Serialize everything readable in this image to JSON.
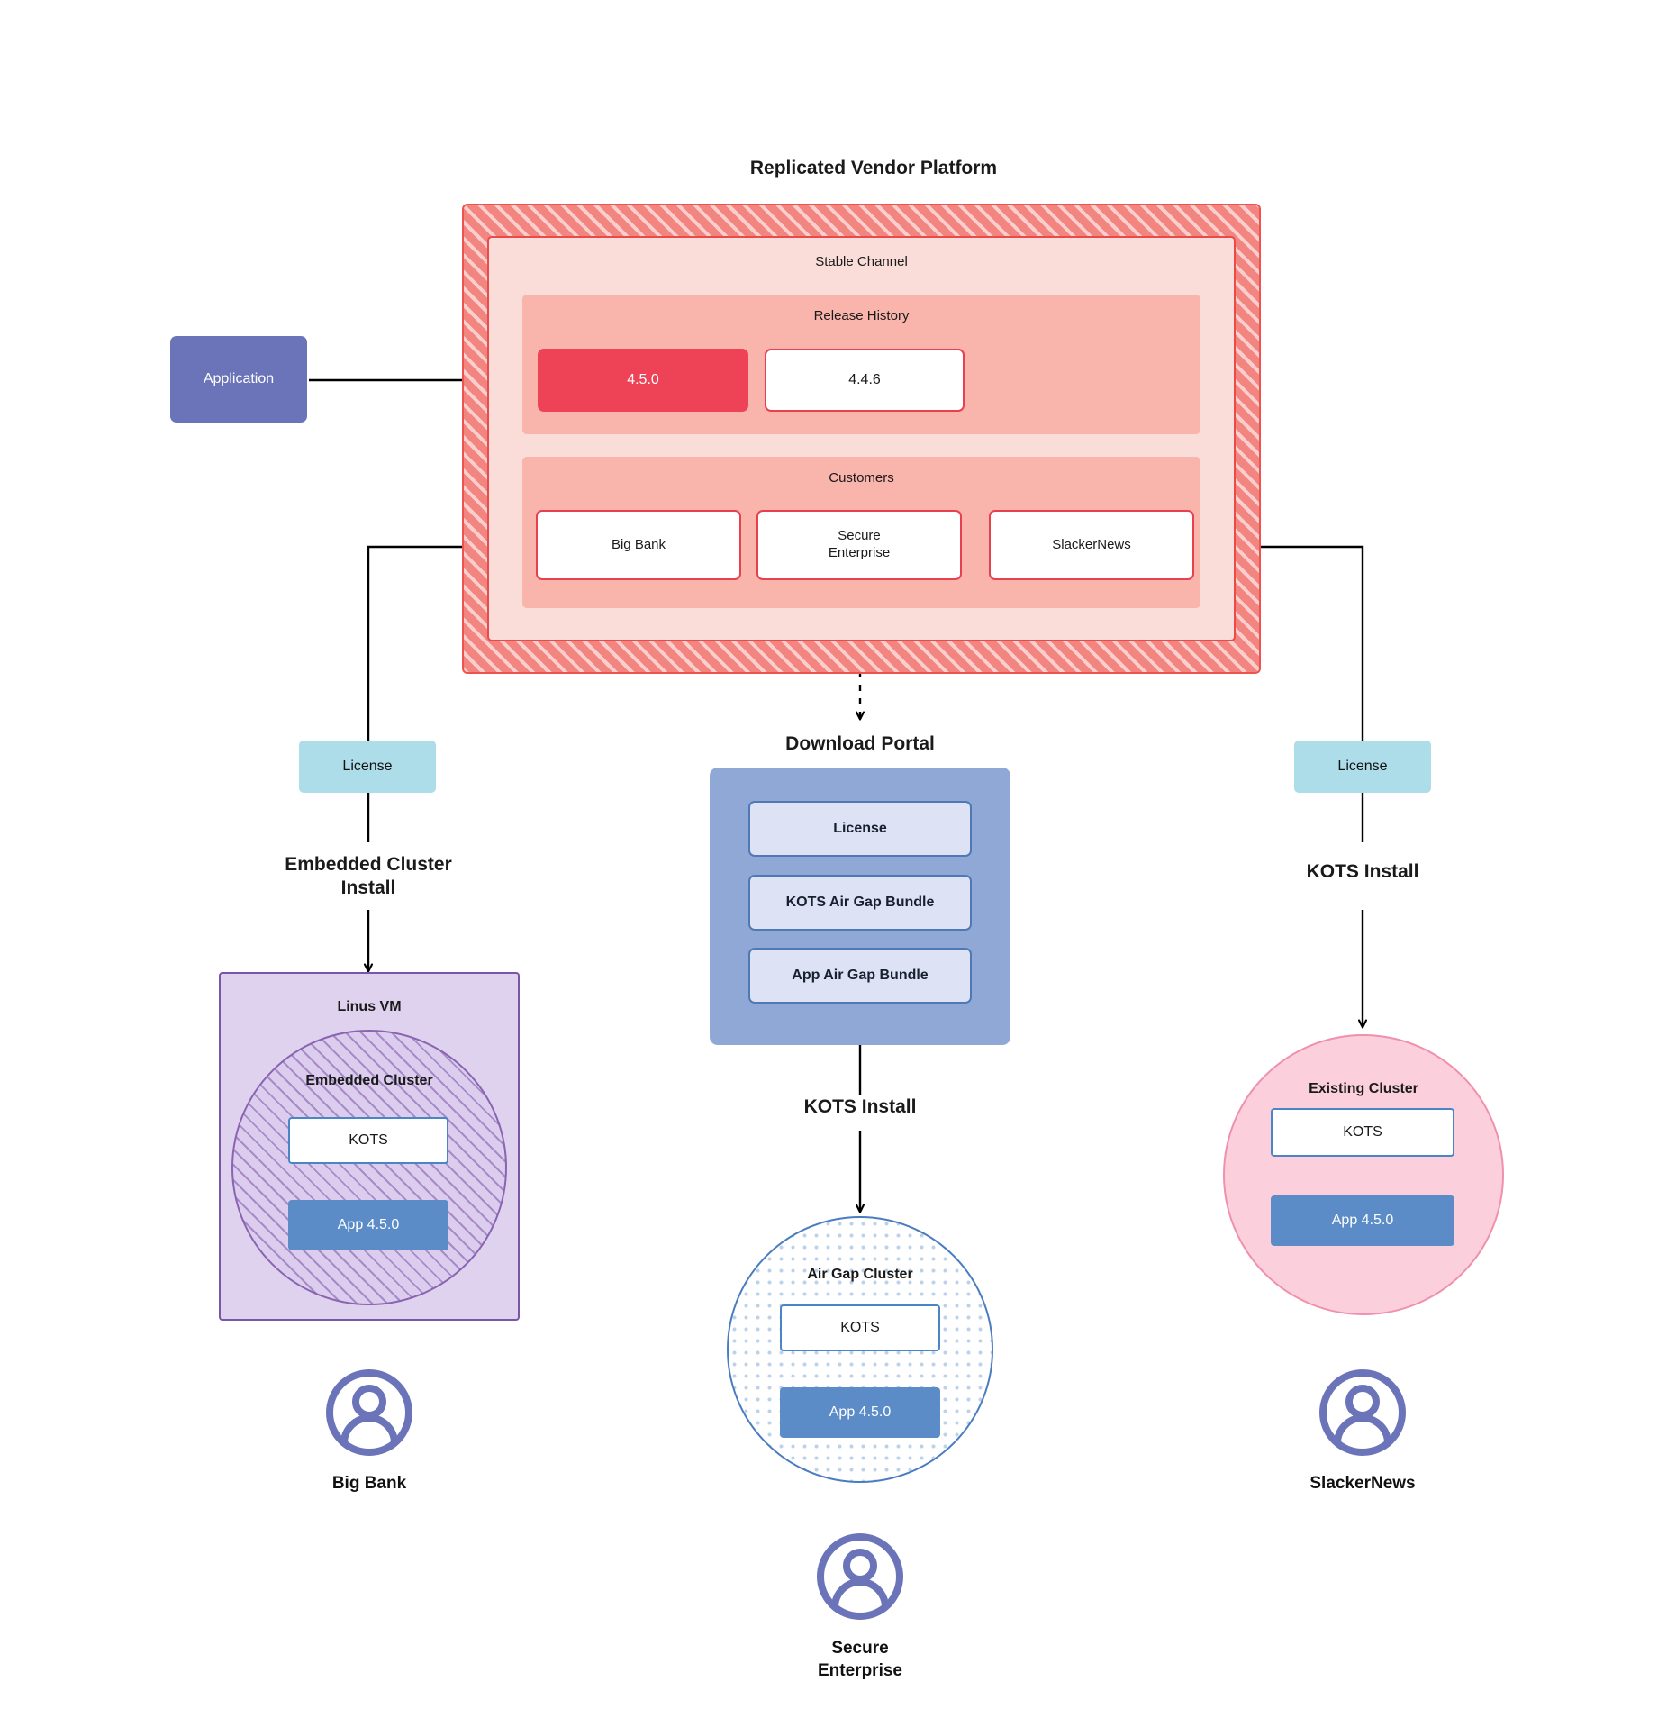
{
  "diagram": {
    "title": "Replicated Vendor Platform",
    "application": {
      "label": "Application"
    },
    "vendor_platform": {
      "channel": {
        "title": "Stable Channel"
      },
      "release_history": {
        "title": "Release History",
        "releases": [
          {
            "version": "4.5.0",
            "state": "active"
          },
          {
            "version": "4.4.6",
            "state": "inactive"
          }
        ]
      },
      "customers": {
        "title": "Customers",
        "items": [
          {
            "name": "Big Bank"
          },
          {
            "name": "Secure\nEnterprise"
          },
          {
            "name": "SlackerNews"
          }
        ]
      }
    },
    "download_portal": {
      "title": "Download  Portal",
      "items": [
        {
          "label": "License"
        },
        {
          "label": "KOTS Air Gap Bundle"
        },
        {
          "label": "App Air Gap Bundle"
        }
      ]
    },
    "licenses": {
      "left": {
        "label": "License"
      },
      "right": {
        "label": "License"
      }
    },
    "flows": {
      "left_install": "Embedded Cluster\nInstall",
      "center_install": "KOTS Install",
      "right_install": "KOTS Install"
    },
    "left_column": {
      "vm_title": "Linus VM",
      "cluster_title": "Embedded Cluster",
      "kots_label": "KOTS",
      "app_label": "App 4.5.0",
      "persona": "Big Bank"
    },
    "center_column": {
      "cluster_title": "Air Gap Cluster",
      "kots_label": "KOTS",
      "app_label": "App 4.5.0",
      "persona": "Secure\nEnterprise"
    },
    "right_column": {
      "cluster_title": "Existing Cluster",
      "kots_label": "KOTS",
      "app_label": "App 4.5.0",
      "persona": "SlackerNews"
    },
    "colors": {
      "vendor_hatch": "#f2857f",
      "vendor_border": "#ef5350",
      "channel_bg": "#fadcd8",
      "band_bg": "#f9b4ab",
      "release_active": "#ee4356",
      "chip_border": "#e8414e",
      "application": "#6b74b9",
      "license": "#aeddea",
      "portal": "#8fa8d6",
      "portal_item": "#dde3f4",
      "vm": "#dfd2ef",
      "vm_border": "#7a55a8",
      "airgap_border": "#4a7cc0",
      "existing_cluster": "#fbd0dc",
      "existing_border": "#ef90ae",
      "kots_border": "#4a86c5",
      "app_version": "#5b8cc8",
      "avatar": "#6b74b9",
      "wire": "#000000"
    }
  }
}
